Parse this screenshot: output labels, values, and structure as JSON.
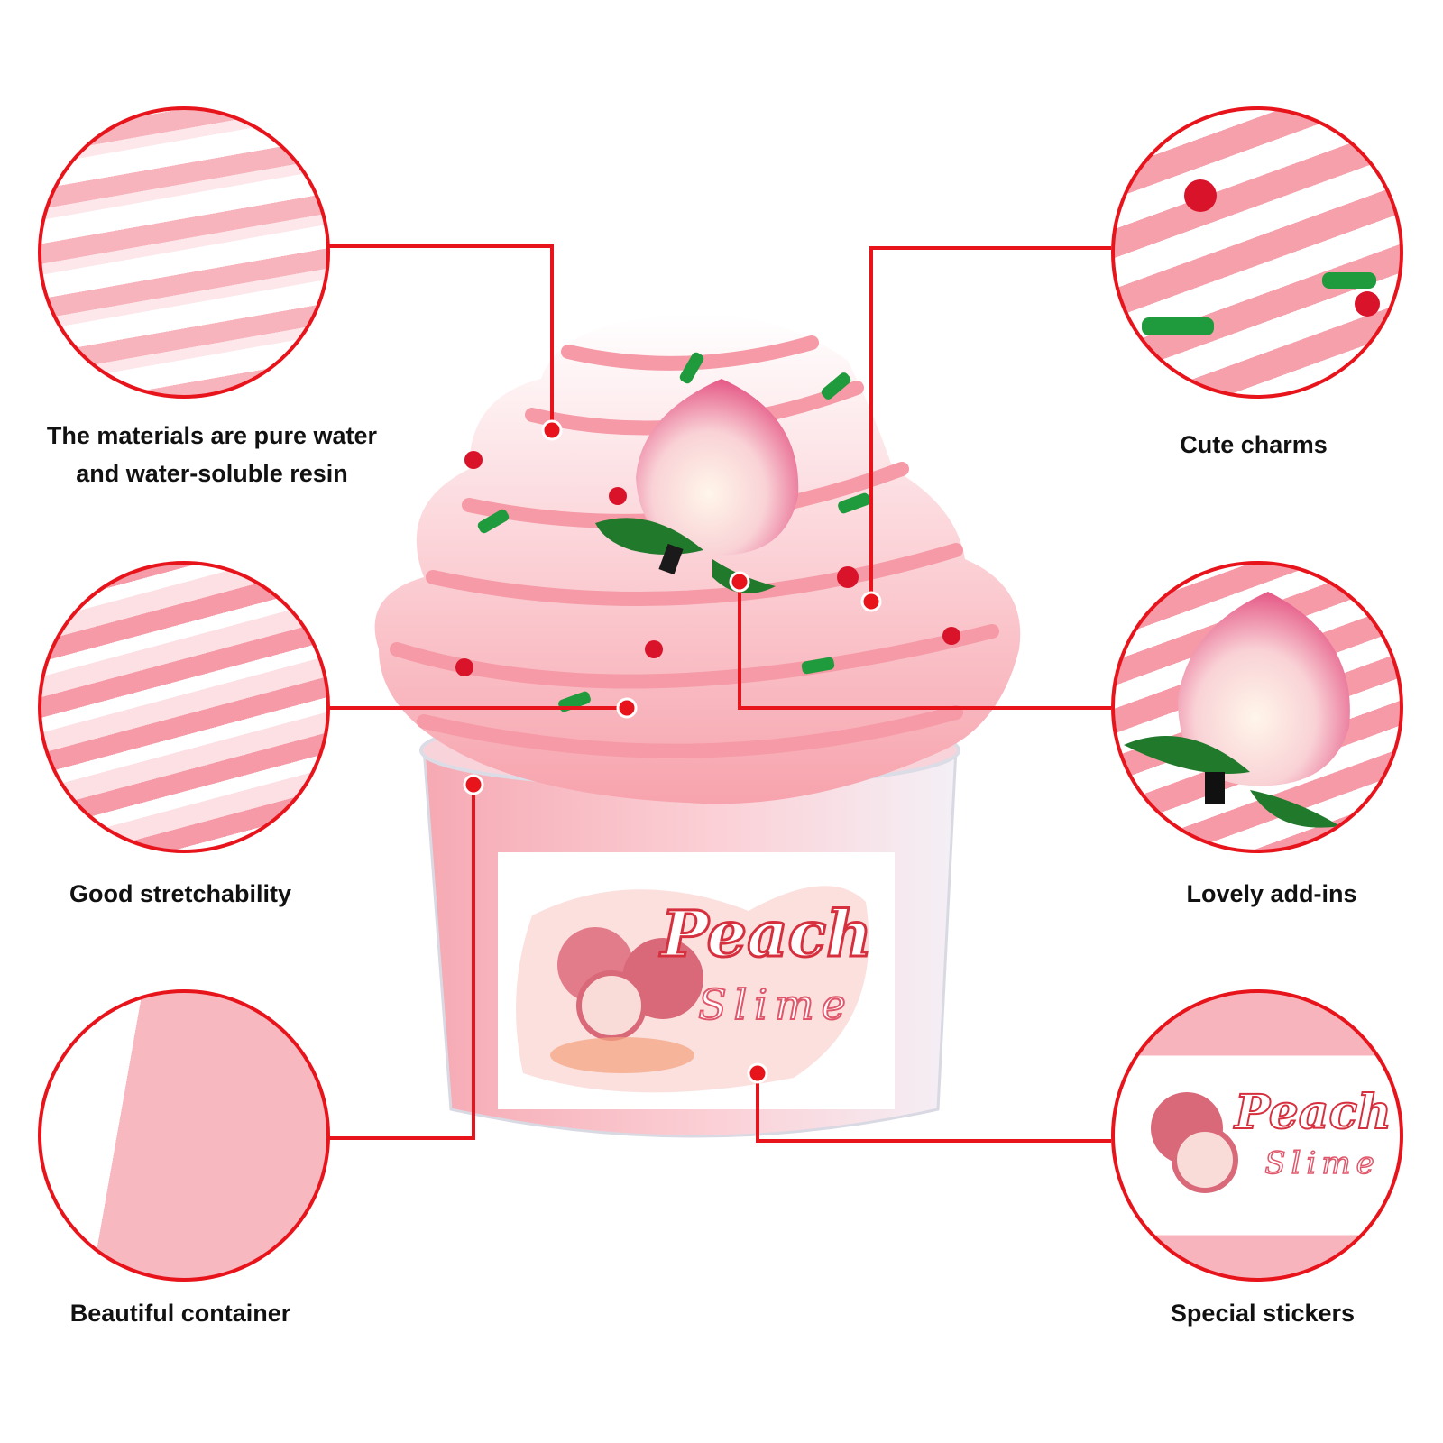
{
  "features": [
    {
      "id": "materials",
      "lines": [
        "The materials are pure water",
        "and water-soluble resin"
      ]
    },
    {
      "id": "cute-charms",
      "lines": [
        "Cute charms"
      ]
    },
    {
      "id": "stretchability",
      "lines": [
        "Good stretchability"
      ]
    },
    {
      "id": "add-ins",
      "lines": [
        "Lovely add-ins"
      ]
    },
    {
      "id": "container",
      "lines": [
        "Beautiful container"
      ]
    },
    {
      "id": "stickers",
      "lines": [
        "Special stickers"
      ]
    }
  ],
  "product": {
    "label_title": "Peach",
    "label_subtitle": "Slime"
  },
  "colors": {
    "accent": "#e8141c",
    "pink": "#f7a3ad",
    "light_pink": "#fcdfe2"
  }
}
